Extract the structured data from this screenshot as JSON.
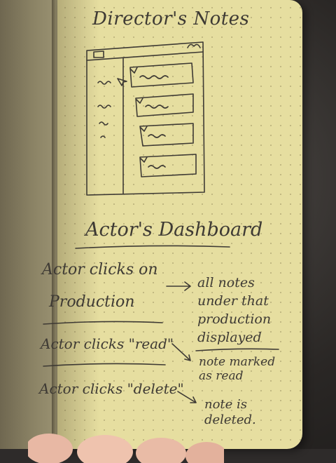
{
  "sketch": {
    "title": "Director's Notes",
    "subtitle": "Actor's Dashboard",
    "rows": [
      {
        "action": "Actor clicks on",
        "action_cont": "Production",
        "result": "all notes under that production displayed"
      },
      {
        "action": "Actor clicks \"read\"",
        "result": "note marked as read"
      },
      {
        "action": "Actor clicks \"delete\"",
        "result": "note is deleted."
      }
    ]
  },
  "colors": {
    "paper": "#e6dea0",
    "ink": "#3e3a34",
    "background": "#2e2b2a"
  }
}
